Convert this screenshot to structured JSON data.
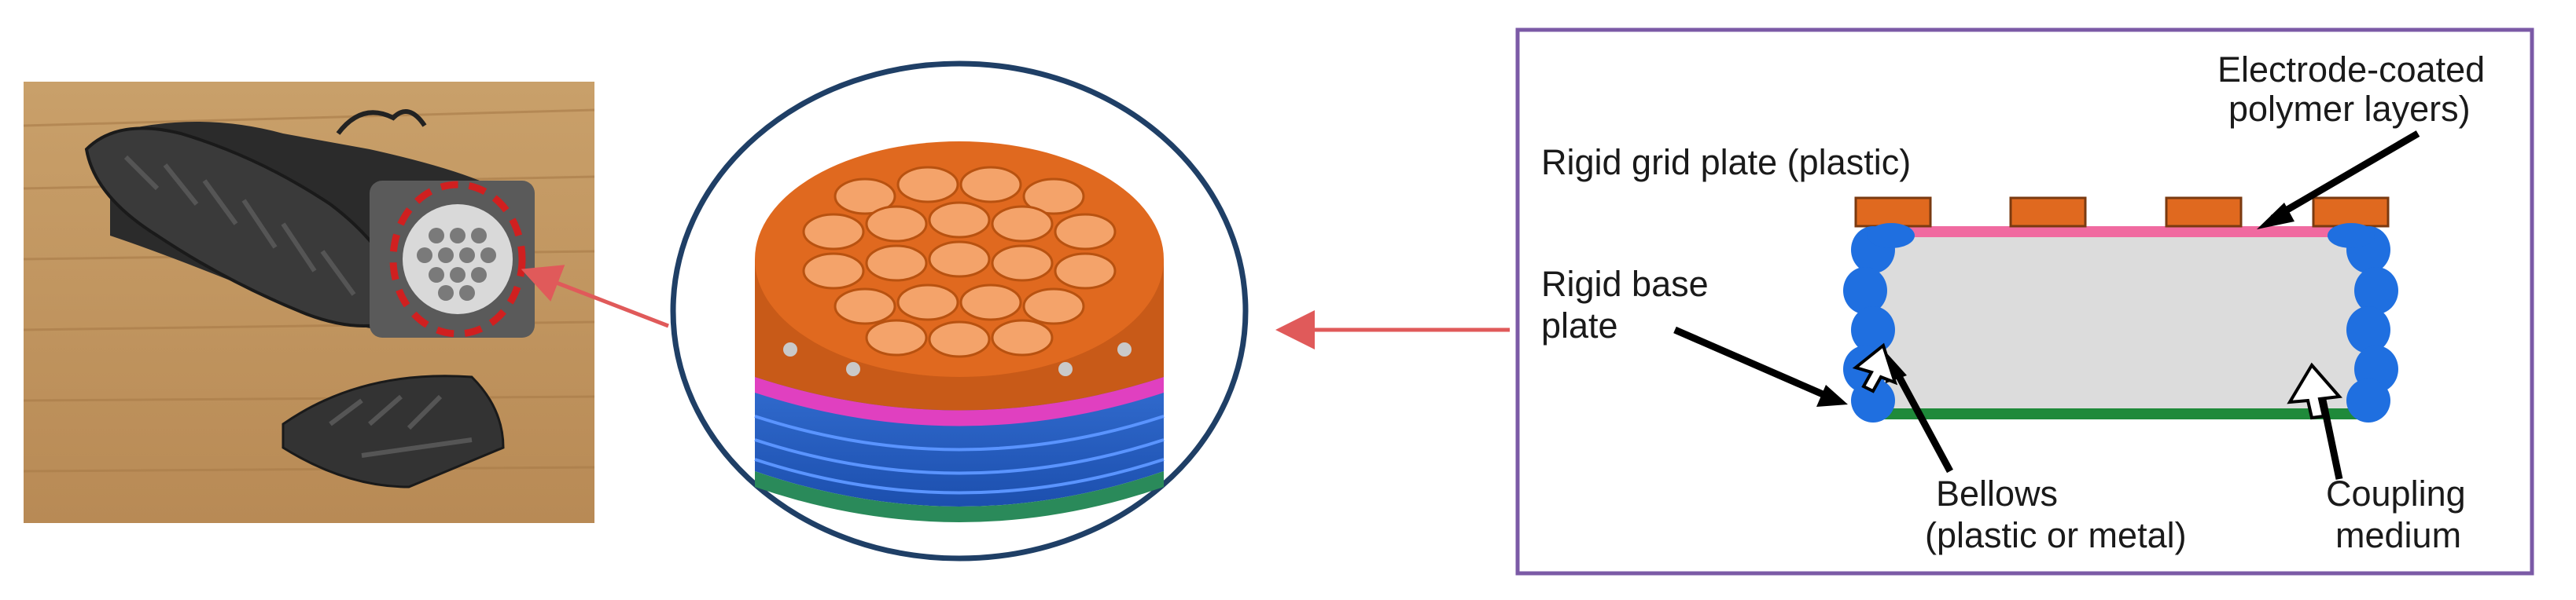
{
  "diagram": {
    "photo": {
      "alt": "boot heel with embedded energy harvester"
    },
    "render": {
      "alt": "stacked harvester device with grid plate"
    },
    "schematic": {
      "labels": {
        "grid_plate": "Rigid grid plate (plastic)",
        "electrode_line1": "Electrode-coated",
        "electrode_line2": "polymer layers)",
        "base_line1": "Rigid base",
        "base_line2": "plate",
        "bellows_line1": "Bellows",
        "bellows_line2": "(plastic or metal)",
        "coupling_line1": "Coupling",
        "coupling_line2": "medium"
      }
    },
    "colors": {
      "arrow": "#e05a5a",
      "frame": "#7b5aa6",
      "circle": "#1f3f66",
      "grid_orange": "#e0691f",
      "bellows_blue": "#1f6fe0",
      "polymer_pink": "#f06aa0",
      "base_green": "#1f8a3a",
      "medium_grey": "#dcdcdc"
    }
  }
}
